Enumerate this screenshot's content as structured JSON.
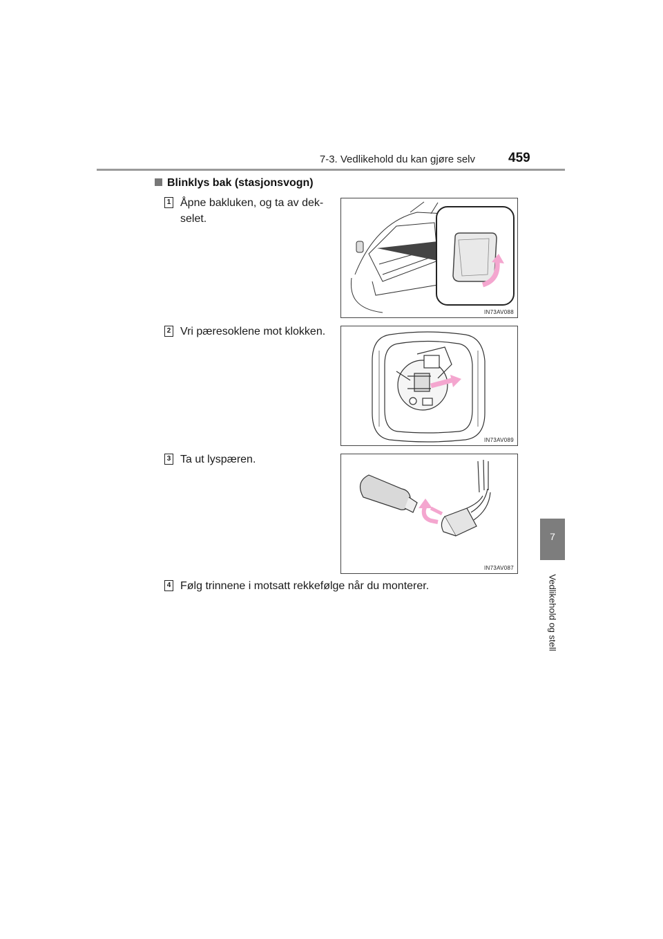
{
  "header": {
    "title": "7-3. Vedlikehold du kan gjøre selv",
    "page_number": "459"
  },
  "side_tab": {
    "number": "7",
    "label": "Vedlikehold og stell"
  },
  "section": {
    "heading": "Blinklys bak (stasjonsvogn)"
  },
  "steps": [
    {
      "number": "1",
      "text": "Åpne bakluken, og ta av dek-\nselet."
    },
    {
      "number": "2",
      "text": "Vri pæresoklene mot klokken."
    },
    {
      "number": "3",
      "text": "Ta ut lyspæren."
    },
    {
      "number": "4",
      "text": "Følg trinnene i motsatt rekkefølge når du monterer."
    }
  ],
  "figures": [
    {
      "code": "IN73AV088"
    },
    {
      "code": "IN73AV089"
    },
    {
      "code": "IN73AV087"
    }
  ],
  "colors": {
    "accent_arrow": "#f4a6cf",
    "rule": "#9a9a9a",
    "tab": "#7d7d7d"
  }
}
